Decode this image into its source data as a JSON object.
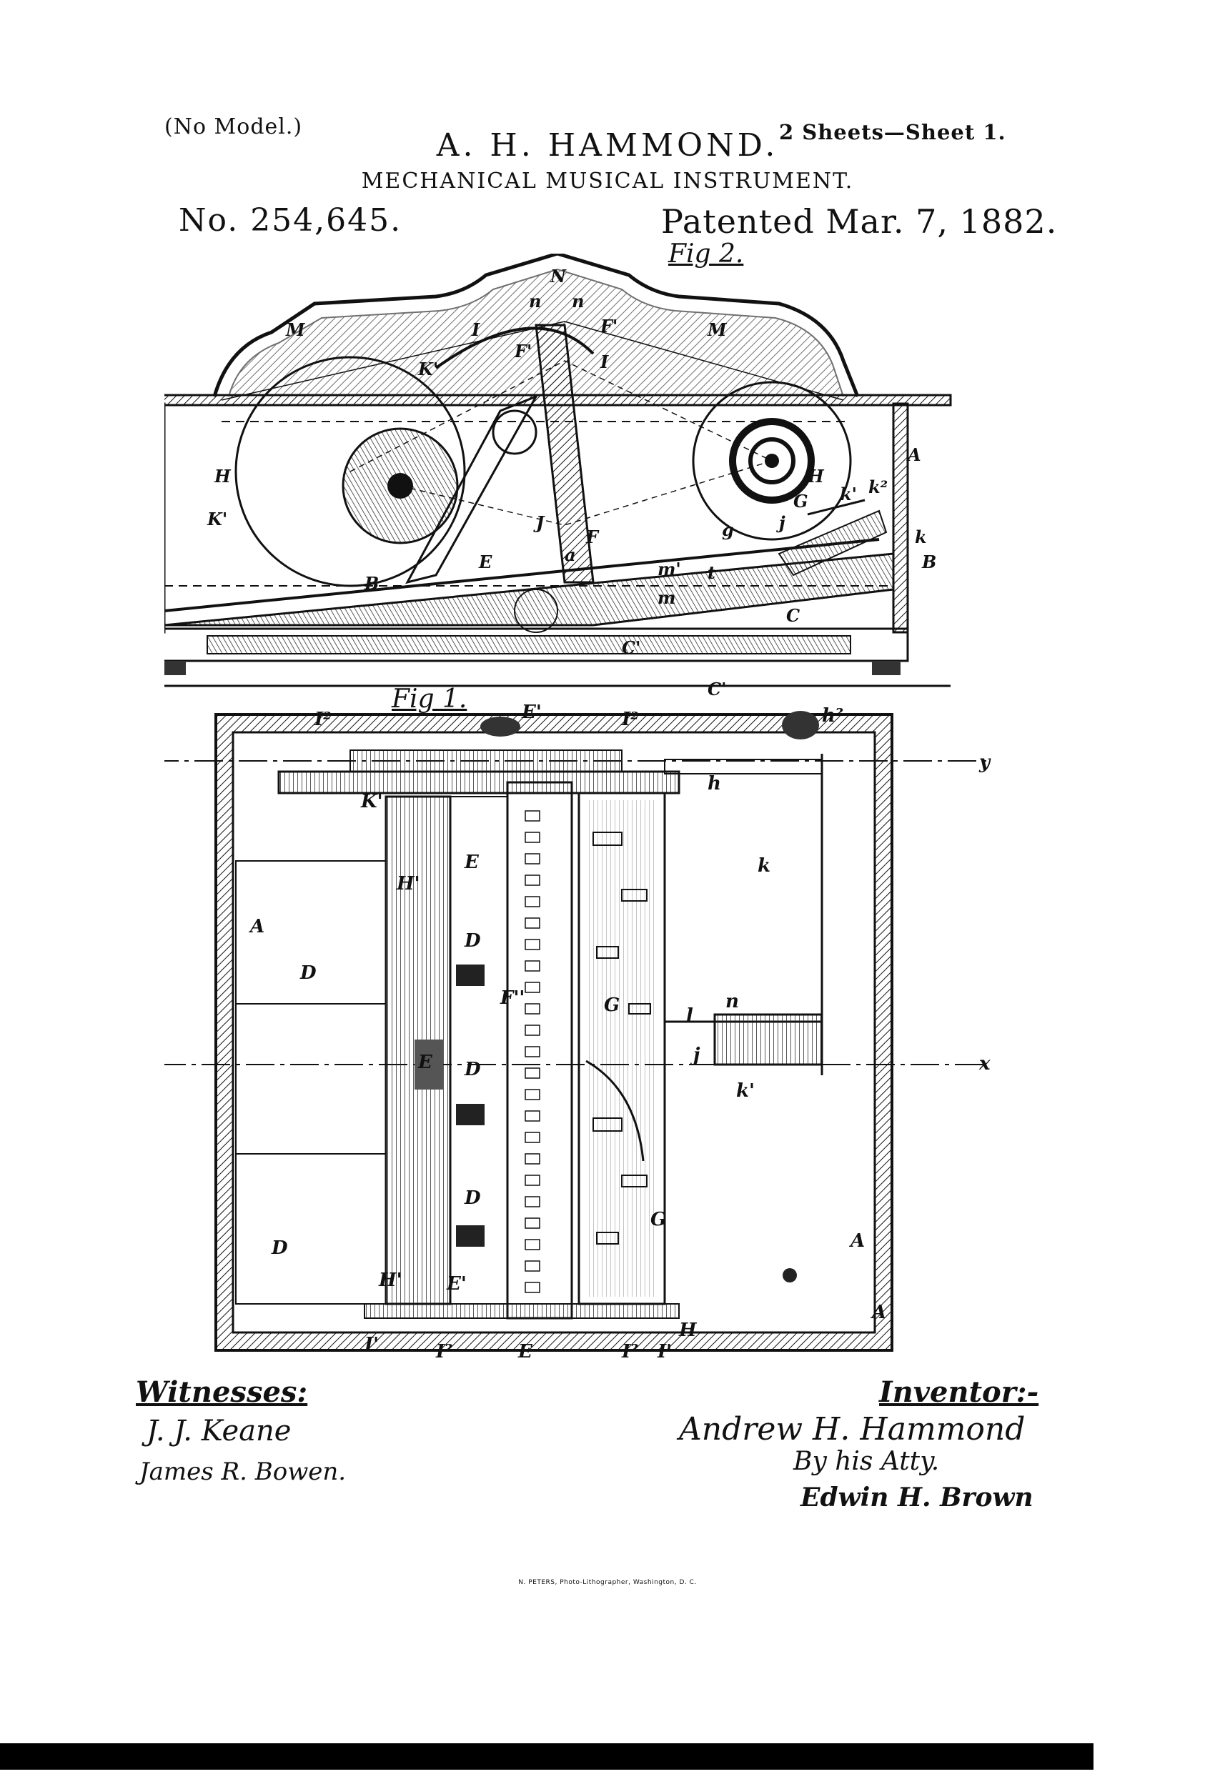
{
  "header": {
    "no_model": "(No Model.)",
    "sheets": "2 Sheets—Sheet 1.",
    "inventor": "A. H. HAMMOND.",
    "title": "MECHANICAL MUSICAL INSTRUMENT.",
    "patent_number": "No. 254,645.",
    "patent_date": "Patented Mar. 7, 1882."
  },
  "figures": {
    "fig2_label": "Fig 2.",
    "fig1_label": "Fig 1.",
    "fig2_labels": [
      "M",
      "M",
      "N",
      "n",
      "n",
      "F'",
      "F'",
      "I",
      "I",
      "K'",
      "K'",
      "F",
      "H",
      "H",
      "G",
      "A",
      "A",
      "B",
      "B",
      "C",
      "C'",
      "C'",
      "J",
      "a",
      "g",
      "m'",
      "m",
      "t",
      "k",
      "k'",
      "k²",
      "j",
      "E"
    ],
    "fig1_labels": [
      "y",
      "y",
      "x",
      "x",
      "I²",
      "I²",
      "E'",
      "h²",
      "K'",
      "A",
      "A",
      "A",
      "D",
      "D",
      "D",
      "D",
      "D",
      "H'",
      "H'",
      "F''",
      "G",
      "G",
      "E",
      "E'",
      "E",
      "l",
      "n",
      "j",
      "k",
      "k'",
      "h",
      "H",
      "I'",
      "I'",
      "I²",
      "I²",
      "E"
    ]
  },
  "signatures": {
    "witnesses_label": "Witnesses:",
    "witness_1": "J. J. Keane",
    "witness_2": "James R. Bowen.",
    "inventor_label": "Inventor:-",
    "inventor_signature": "Andrew H. Hammond",
    "by_attorney": "By his Atty.",
    "attorney_signature": "Edwin H. Brown"
  },
  "footer": {
    "printer": "N. PETERS, Photo-Lithographer, Washington, D. C."
  }
}
